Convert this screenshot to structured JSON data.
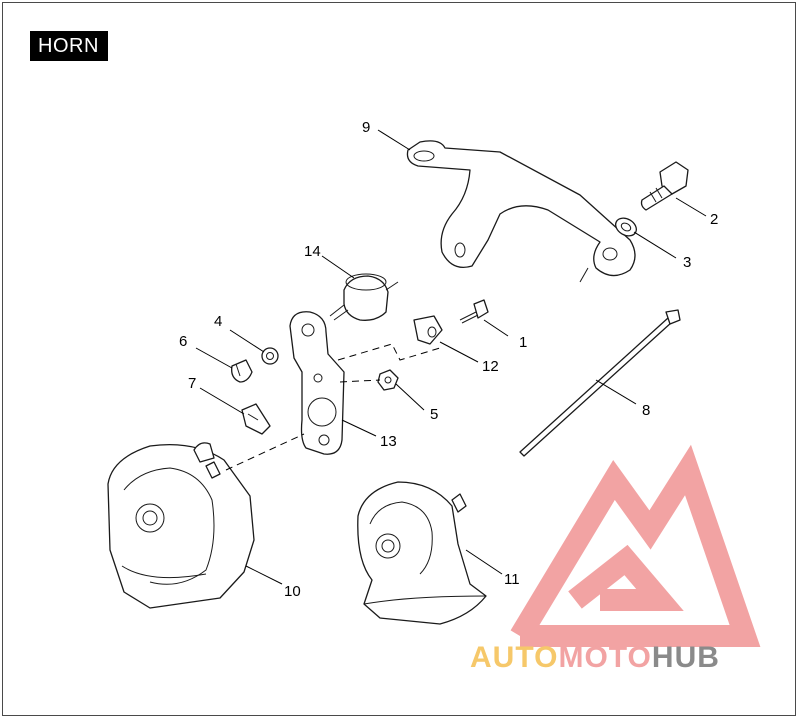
{
  "title": "HORN",
  "callouts": [
    "1",
    "2",
    "3",
    "4",
    "5",
    "6",
    "7",
    "8",
    "9",
    "10",
    "11",
    "12",
    "13",
    "14"
  ],
  "watermark": {
    "part1": "AUTO",
    "part2": "MOTO",
    "part3": "HUB",
    "colors": {
      "auto": "#f6c86a",
      "moto": "#f2a3a3",
      "hub": "#8a8a8a"
    }
  }
}
